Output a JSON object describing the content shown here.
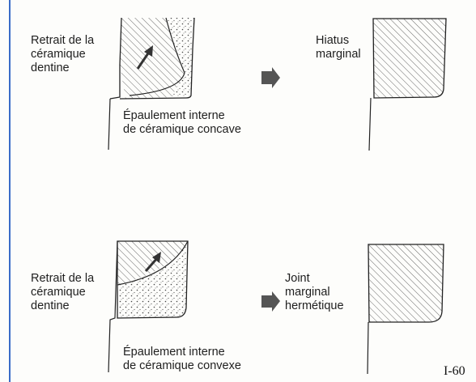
{
  "panel_top": {
    "left_label": [
      "Retrait de la",
      "céramique",
      "dentine"
    ],
    "right_label": [
      "Hiatus",
      "marginal"
    ],
    "caption": [
      "Épaulement interne",
      "de céramique concave"
    ]
  },
  "panel_bottom": {
    "left_label": [
      "Retrait de la",
      "céramique",
      "dentine"
    ],
    "right_label": [
      "Joint",
      "marginal",
      "hermétique"
    ],
    "caption": [
      "Épaulement interne",
      "de céramique convexe"
    ]
  },
  "page_ref": "I-60",
  "colors": {
    "margin_line": "#3a6cc8",
    "ink": "#222222",
    "arrow": "#555555"
  },
  "icons": {
    "transition_arrow": "right-arrow-icon",
    "shrink_arrow": "diagonal-arrow-icon"
  }
}
